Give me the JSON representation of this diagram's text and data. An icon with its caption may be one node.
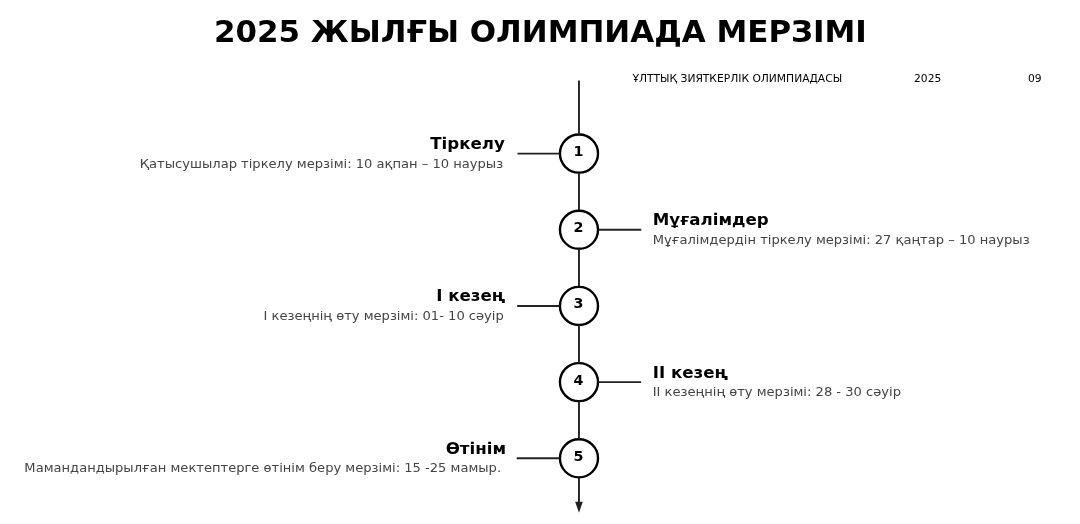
{
  "diagram": {
    "title": "2025 ЖЫЛҒЫ ОЛИМПИАДА МЕРЗІМІ",
    "nodes": [
      {
        "text": [
          "Тіркелу",
          "Қатысушылар тіркелу мерзімі: 10 ақпан – 10 наурыз"
        ]
      },
      {
        "text": [
          "1"
        ]
      },
      {
        "text": [
          "2"
        ]
      },
      {
        "text": [
          "Мұғалімдер",
          "Мұғалімдердін тіркелу мерзімі: 27 қаңтар – 10 наурыз"
        ]
      },
      {
        "text": [
          "І кезең",
          "І кезеңнің өту мерзімі: 01- 10 сәуір"
        ]
      },
      {
        "text": [
          "3"
        ]
      },
      {
        "text": [
          "4"
        ]
      },
      {
        "text": [
          "ІІ кезең",
          "ІІ кезеңнің өту мерзімі: 28 - 30 сәуір"
        ]
      },
      {
        "text": [
          "Өтінім",
          "Мамандандырылған мектептерге өтінім беру мерзімі: 15 -25 мамыр."
        ]
      },
      {
        "text": [
          "5"
        ]
      }
    ],
    "edges": [
      {
        "from": null,
        "to": 1,
        "arrow": "none"
      },
      {
        "from": 0,
        "to": 1,
        "arrow": "none"
      },
      {
        "from": 1,
        "to": 2,
        "arrow": "none"
      },
      {
        "from": 2,
        "to": 3,
        "arrow": "none"
      },
      {
        "from": 4,
        "to": 5,
        "arrow": "none"
      },
      {
        "from": 2,
        "to": 5,
        "arrow": "none"
      },
      {
        "from": 5,
        "to": 6,
        "arrow": "none"
      },
      {
        "from": 6,
        "to": 7,
        "arrow": "none"
      },
      {
        "from": 8,
        "to": 9,
        "arrow": "none"
      },
      {
        "from": 6,
        "to": 9,
        "arrow": "none"
      },
      {
        "from": 9,
        "to": null,
        "arrow": "to"
      }
    ],
    "labels": [
      "ҰЛТТЫҚ ЗИЯТКЕРЛІК ОЛИМПИАДАСЫ",
      "2025",
      "09"
    ]
  }
}
